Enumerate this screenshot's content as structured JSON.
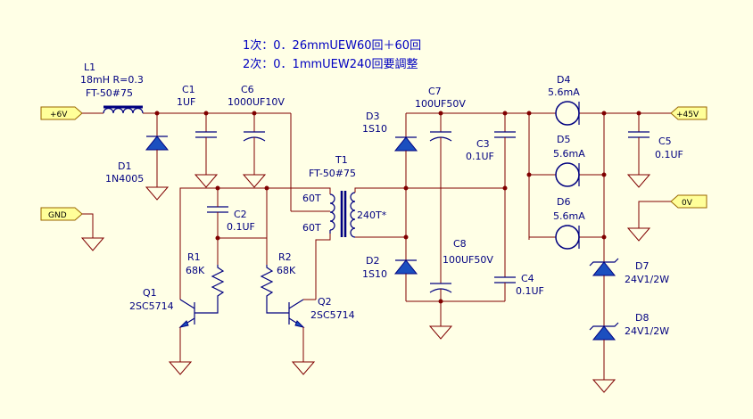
{
  "notes": {
    "primary": "1次：0．26mmUEW60回＋60回",
    "secondary": "2次：0．1mmUEW240回要調整"
  },
  "ports": {
    "in6v": "+6V",
    "gnd": "GND",
    "out45v": "+45V",
    "out0v": "0V"
  },
  "components": {
    "L1": {
      "ref": "L1",
      "value": "18mH R=0.3",
      "core": "FT-50#75"
    },
    "C1": {
      "ref": "C1",
      "value": "1UF"
    },
    "C6": {
      "ref": "C6",
      "value": "1000UF10V"
    },
    "D1": {
      "ref": "D1",
      "value": "1N4005"
    },
    "T1": {
      "ref": "T1",
      "core": "FT-50#75",
      "p1": "60T",
      "p2": "60T",
      "sec": "240T*"
    },
    "C2": {
      "ref": "C2",
      "value": "0.1UF"
    },
    "R1": {
      "ref": "R1",
      "value": "68K"
    },
    "R2": {
      "ref": "R2",
      "value": "68K"
    },
    "Q1": {
      "ref": "Q1",
      "value": "2SC5714"
    },
    "Q2": {
      "ref": "Q2",
      "value": "2SC5714"
    },
    "D3": {
      "ref": "D3",
      "value": "1S10"
    },
    "D2": {
      "ref": "D2",
      "value": "1S10"
    },
    "C7": {
      "ref": "C7",
      "value": "100UF50V"
    },
    "C8": {
      "ref": "C8",
      "value": "100UF50V"
    },
    "C3": {
      "ref": "C3",
      "value": "0.1UF"
    },
    "C4": {
      "ref": "C4",
      "value": "0.1UF"
    },
    "C5": {
      "ref": "C5",
      "value": "0.1UF"
    },
    "D4": {
      "ref": "D4",
      "value": "5.6mA"
    },
    "D5": {
      "ref": "D5",
      "value": "5.6mA"
    },
    "D6": {
      "ref": "D6",
      "value": "5.6mA"
    },
    "D7": {
      "ref": "D7",
      "value": "24V1/2W"
    },
    "D8": {
      "ref": "D8",
      "value": "24V1/2W"
    }
  },
  "colors": {
    "background": "#ffffe6",
    "wire": "#800000",
    "component": "#000080",
    "diode_fill": "#1b4fbf",
    "port_fill": "#ffff99",
    "note_text": "#0000c0"
  }
}
